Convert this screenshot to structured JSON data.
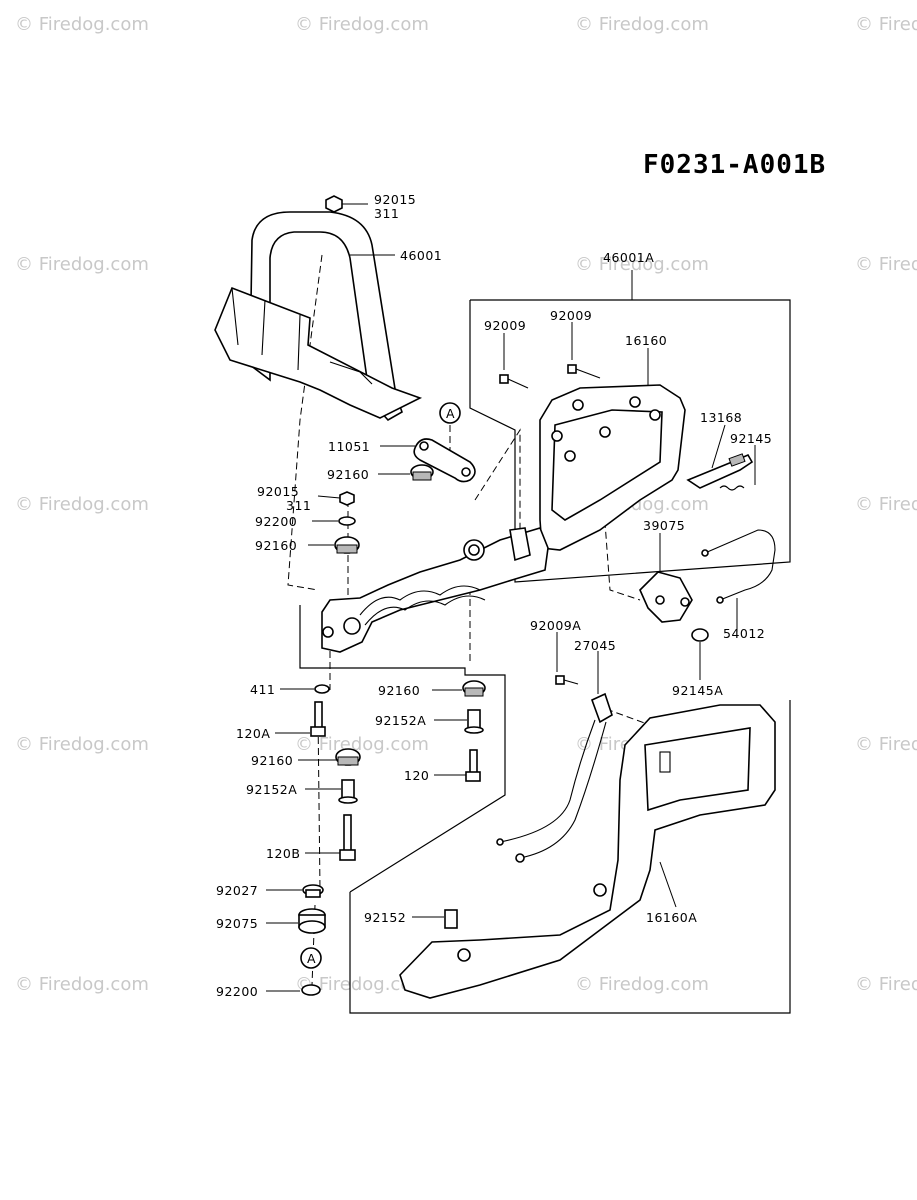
{
  "diagram_code": "F0231-A001B",
  "watermark": "© Firedog.com",
  "labels": {
    "p92015_top": "92015",
    "p311_top": "311",
    "p46001": "46001",
    "p46001A": "46001A",
    "p92009_a": "92009",
    "p92009_b": "92009",
    "p16160": "16160",
    "p13168": "13168",
    "p92145": "92145",
    "p11051": "11051",
    "pA_top": "A",
    "p92160_a": "92160",
    "p92015_mid": "92015",
    "p311_mid": "311",
    "p92200_top": "92200",
    "p92160_b": "92160",
    "p39075": "39075",
    "p54012": "54012",
    "p92009A": "92009A",
    "p27045": "27045",
    "p92145A": "92145A",
    "p411": "411",
    "p92160_c": "92160",
    "p120A": "120A",
    "p92152A_a": "92152A",
    "p92160_d": "92160",
    "p120": "120",
    "p92152A_b": "92152A",
    "p120B": "120B",
    "p92027": "92027",
    "p92075": "92075",
    "p92152": "92152",
    "p16160A": "16160A",
    "pA_bottom": "A",
    "p92200_bottom": "92200"
  }
}
